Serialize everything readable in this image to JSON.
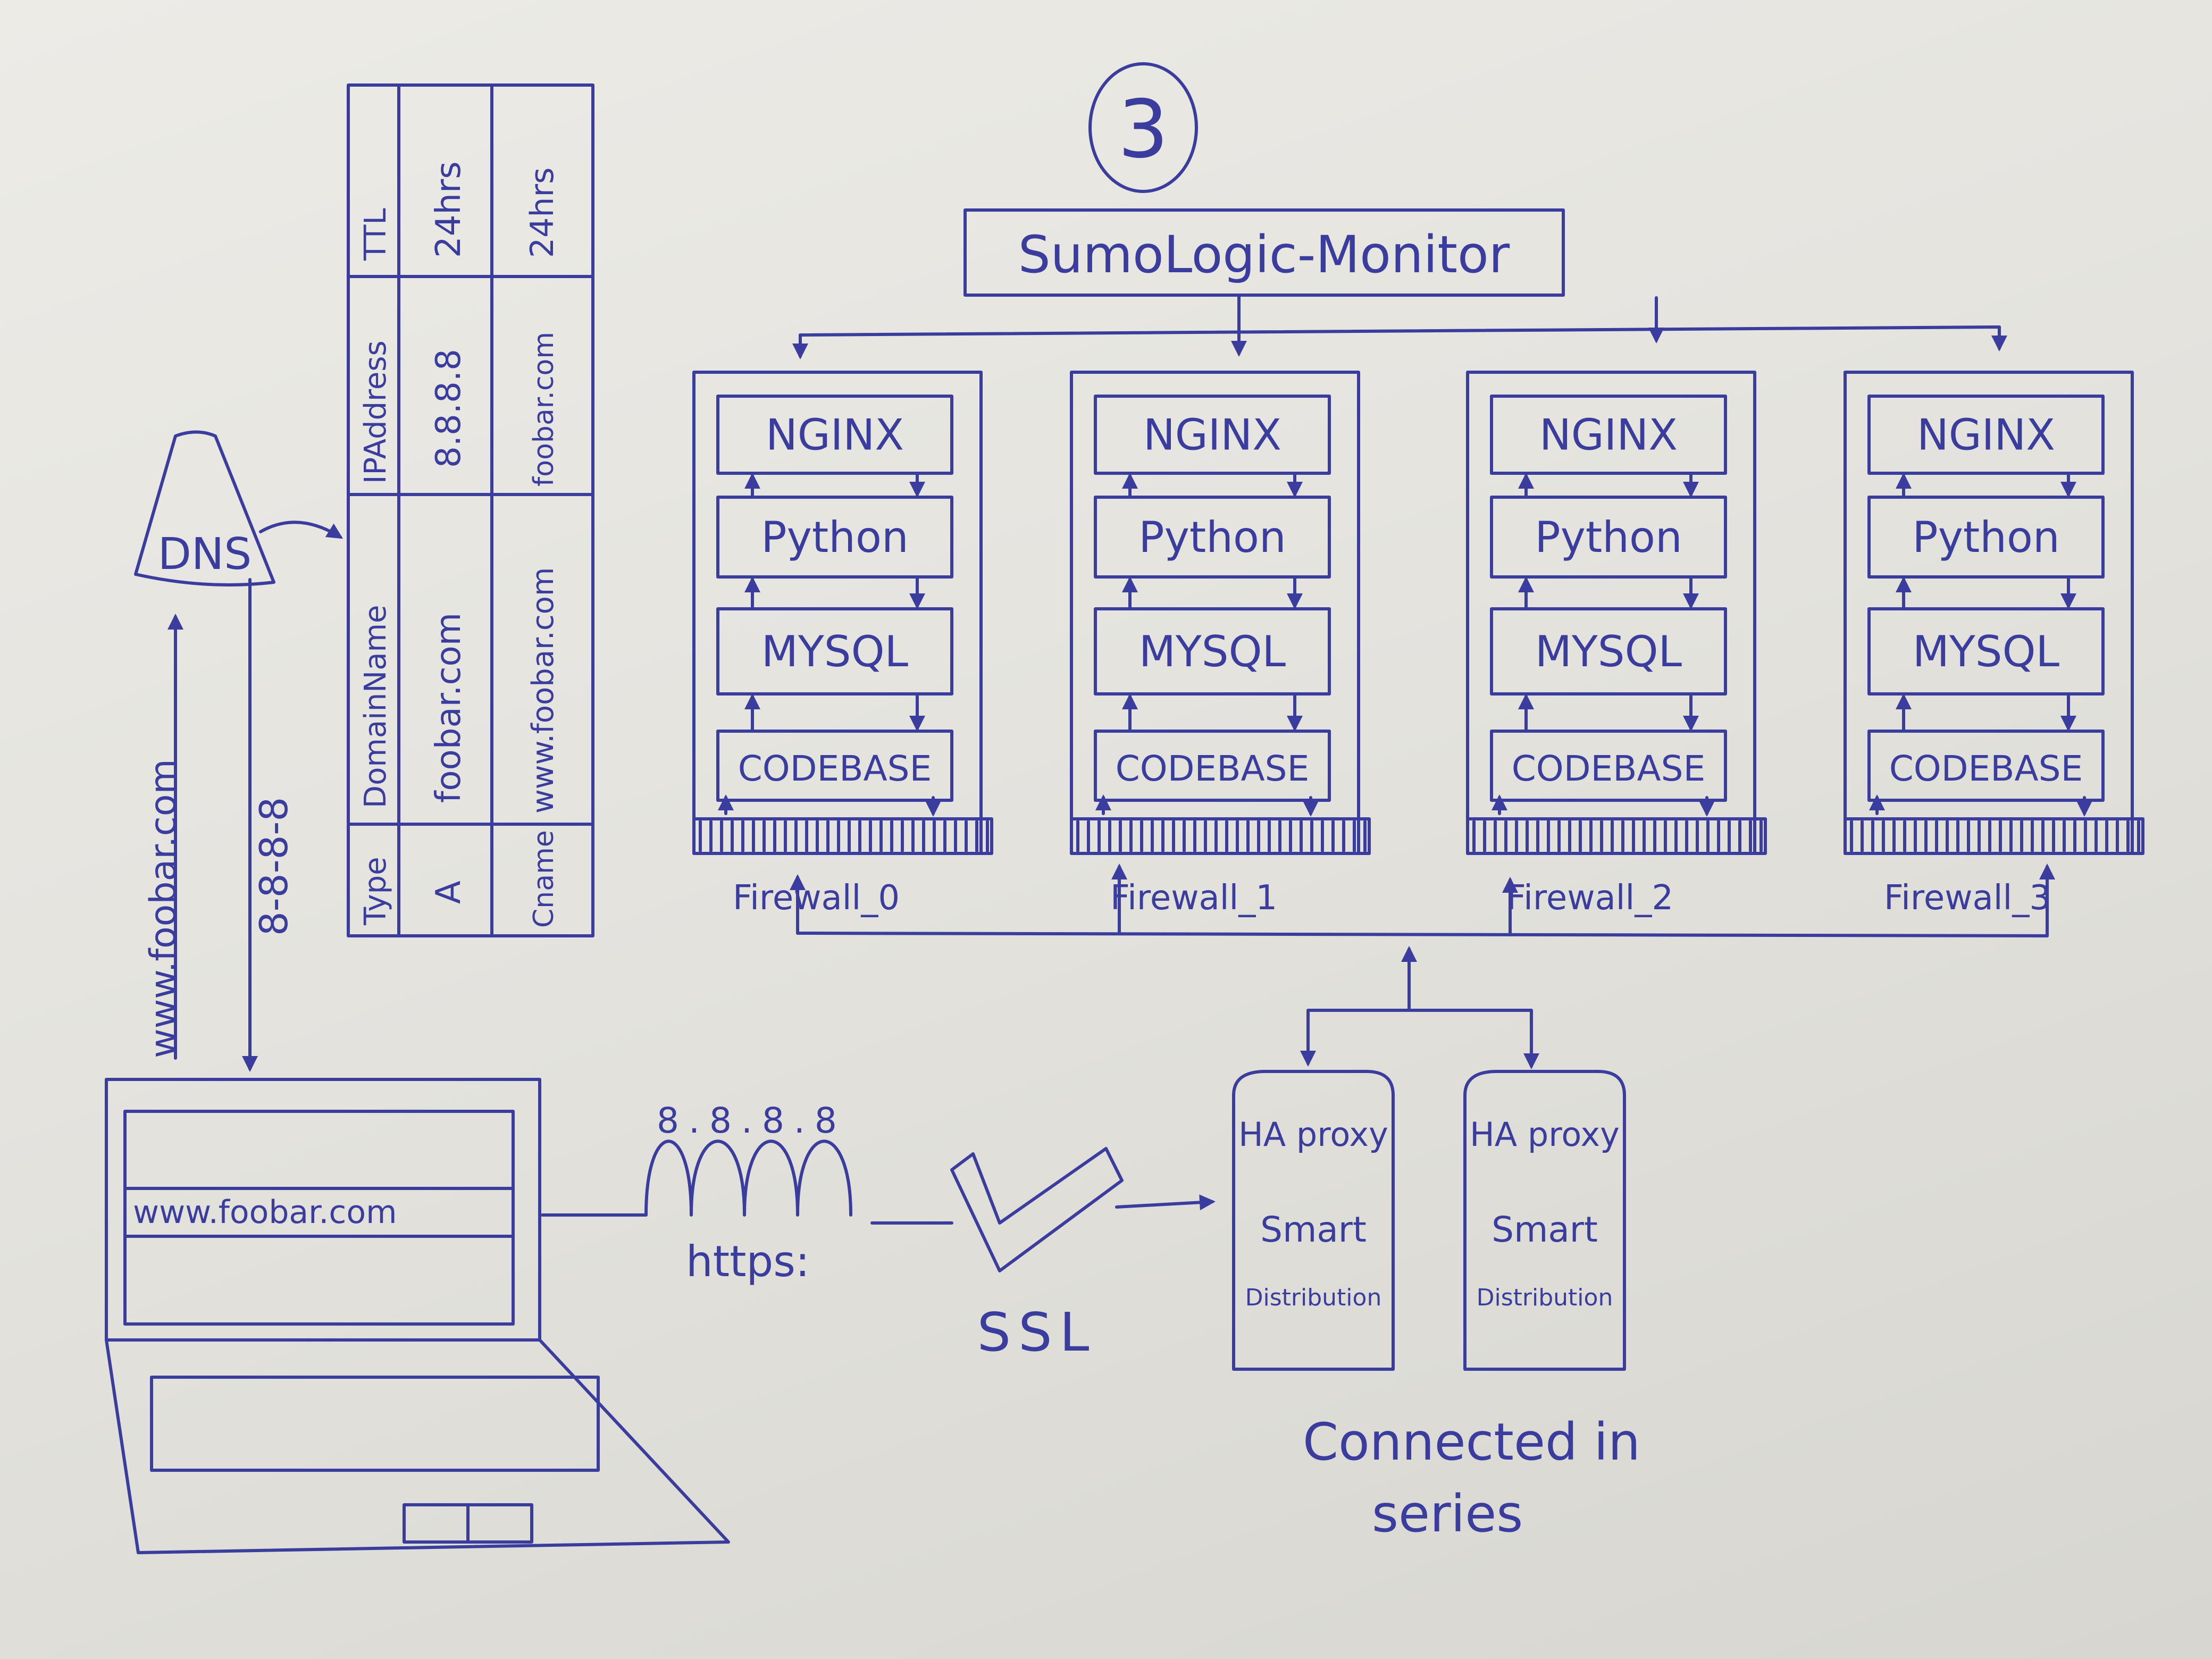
{
  "page_number": "3",
  "monitor": {
    "label": "SumoLogic-Monitor"
  },
  "dns": {
    "label": "DNS",
    "query_label": "www.foobar.com",
    "response_label": "8-8-8-8"
  },
  "dns_table": {
    "headers": [
      "Type",
      "DomainName",
      "IPAddress",
      "TTL"
    ],
    "rows": [
      [
        "A",
        "foobar.com",
        "8.8.8.8",
        "24hrs"
      ],
      [
        "Cname",
        "www.foobar.com",
        "foobar.com",
        "24hrs"
      ]
    ]
  },
  "servers": [
    {
      "stack": [
        "NGINX",
        "Python",
        "MYSQL",
        "CODEBASE"
      ],
      "firewall": "Firewall_0"
    },
    {
      "stack": [
        "NGINX",
        "Python",
        "MYSQL",
        "CODEBASE"
      ],
      "firewall": "Firewall_1"
    },
    {
      "stack": [
        "NGINX",
        "Python",
        "MYSQL",
        "CODEBASE"
      ],
      "firewall": "Firewall_2"
    },
    {
      "stack": [
        "NGINX",
        "Python",
        "MYSQL",
        "CODEBASE"
      ],
      "firewall": "Firewall_3"
    }
  ],
  "laptop": {
    "url": "www.foobar.com"
  },
  "connection": {
    "ip": "8.8.8.8",
    "protocol": "https:"
  },
  "ssl": {
    "label": "SSL"
  },
  "load_balancers": [
    {
      "name": "HA proxy",
      "line2": "Smart",
      "line3": "Distribution"
    },
    {
      "name": "HA proxy",
      "line2": "Smart",
      "line3": "Distribution"
    }
  ],
  "lb_note": {
    "line1": "Connected in",
    "line2": "series"
  },
  "colors": {
    "ink": "#3a3d9e",
    "paper": "#e6e5e0"
  }
}
